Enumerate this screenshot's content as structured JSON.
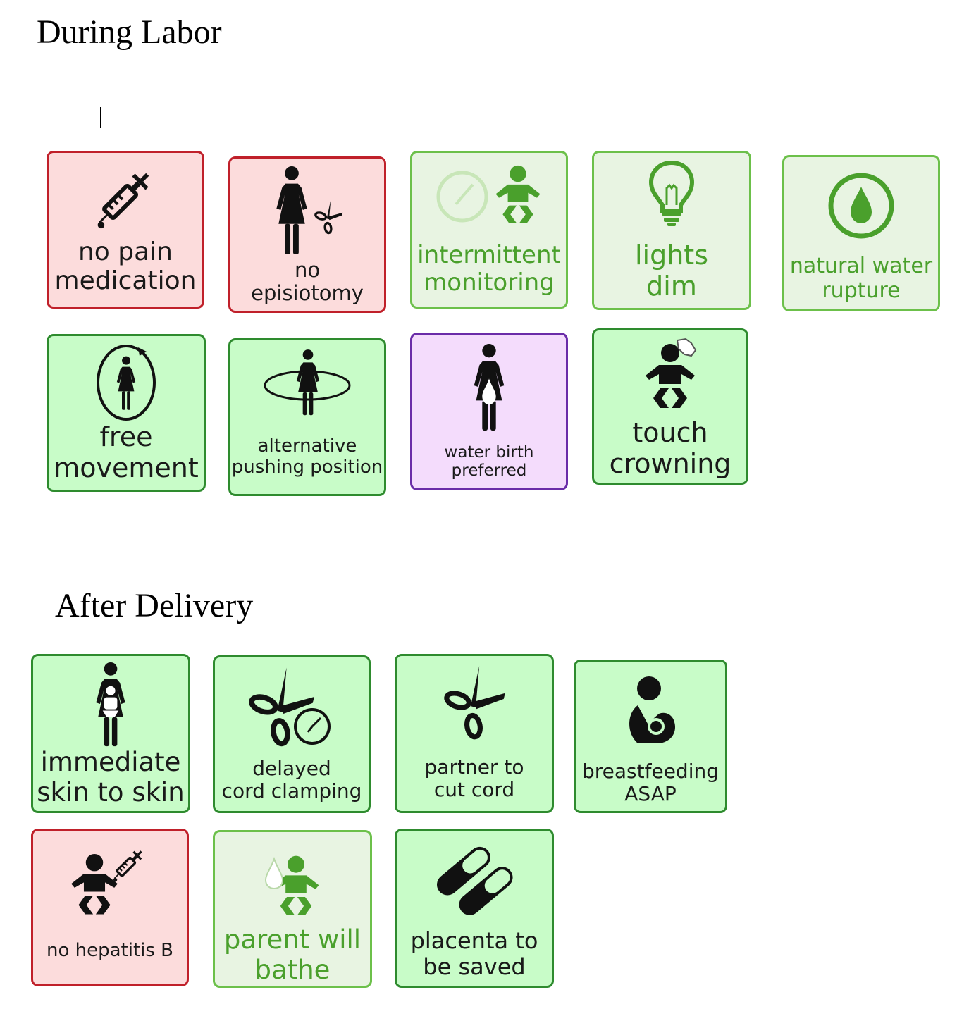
{
  "sections": {
    "during_labor": "During Labor",
    "after_delivery": "After Delivery"
  },
  "cards": {
    "no_pain_medication": "no pain\nmedication",
    "no_episiotomy": "no\nepisiotomy",
    "intermittent_monitoring": "intermittent\nmonitoring",
    "lights_dim": "lights\ndim",
    "natural_water_rupture": "natural water\nrupture",
    "free_movement": "free\nmovement",
    "alternative_pushing_position": "alternative\npushing position",
    "water_birth_preferred": "water birth\npreferred",
    "touch_crowning": "touch\ncrowning",
    "immediate_skin_to_skin": "immediate\nskin to skin",
    "delayed_cord_clamping": "delayed\ncord clamping",
    "partner_to_cut_cord": "partner to\ncut cord",
    "breastfeeding_asap": "breastfeeding\nASAP",
    "no_hepatitis_b": "no hepatitis B",
    "parent_will_bathe": "parent will\nbathe",
    "placenta_to_be_saved": "placenta to\nbe saved"
  },
  "colors": {
    "red_border": "#c0202a",
    "red_fill": "#fcdcdc",
    "green_border": "#2e8b2e",
    "green_fill": "#c8fcc8",
    "pale_border": "#6cc04a",
    "pale_fill": "#e8f4e2",
    "purple_border": "#6a2ca8",
    "purple_fill": "#f4dcfc",
    "icon_green": "#4aa02c"
  }
}
